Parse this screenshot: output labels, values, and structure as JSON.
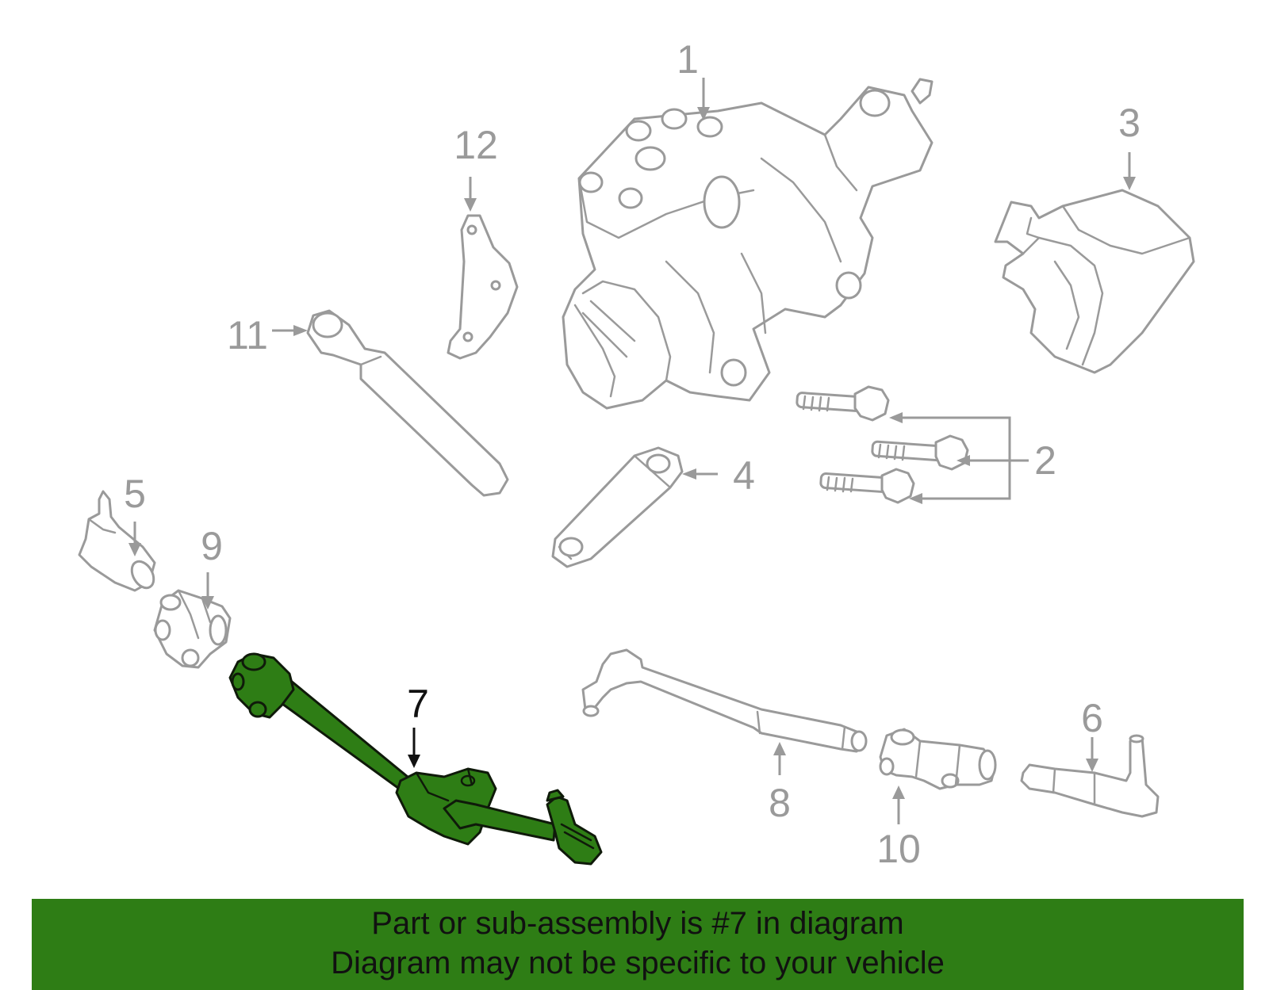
{
  "callouts": {
    "c1": "1",
    "c2": "2",
    "c3": "3",
    "c4": "4",
    "c5": "5",
    "c6": "6",
    "c7": "7",
    "c8": "8",
    "c9": "9",
    "c10": "10",
    "c11": "11",
    "c12": "12"
  },
  "highlighted_part": "7",
  "banner": {
    "line1": "Part or sub-assembly is #7 in diagram",
    "line2": "Diagram may not be specific to your vehicle"
  },
  "colors": {
    "highlight": "#2e7d15",
    "outline": "#9a9a9a",
    "banner": "#2e7d15"
  }
}
